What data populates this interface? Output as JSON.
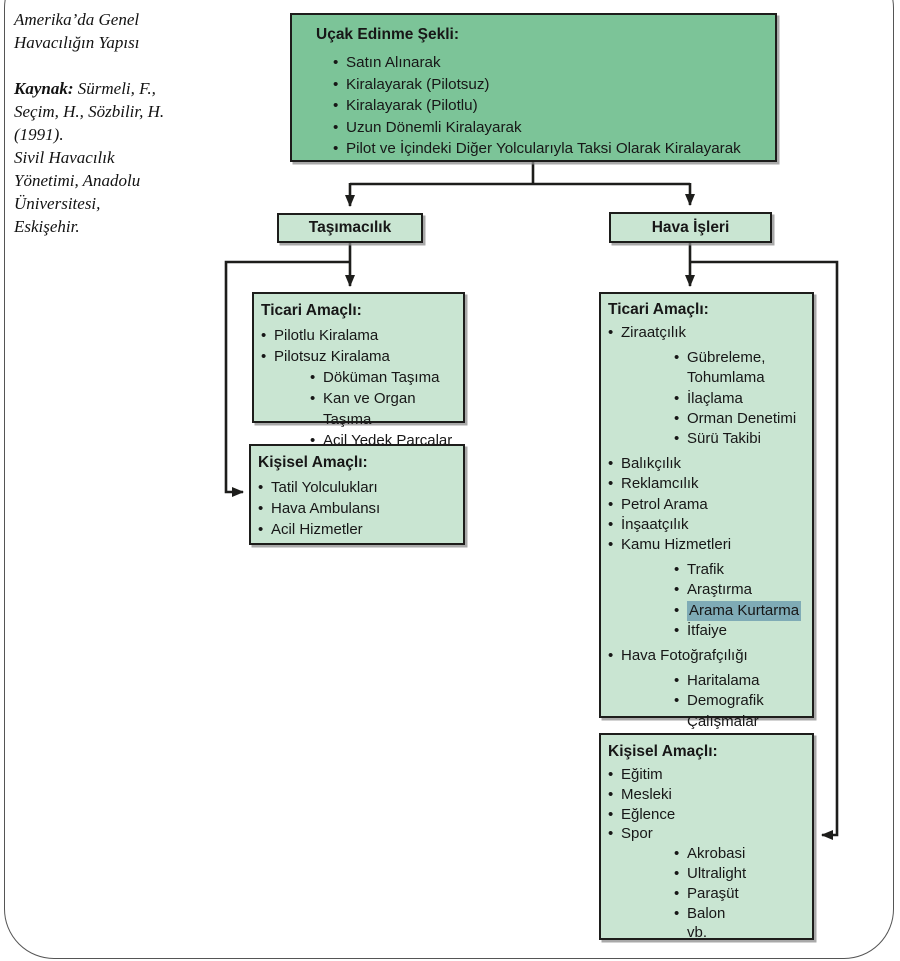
{
  "caption": {
    "title_lines": [
      "Amerika’da Genel",
      "Havacılığın Yapısı"
    ],
    "source_label": "Kaynak:",
    "source_first": "Sürmeli, F.,",
    "source_lines": [
      "Seçim, H., Sözbilir, H.",
      "(1991).",
      "Sivil Havacılık",
      "Yönetimi, Anadolu",
      "Üniversitesi,",
      "Eskişehir."
    ]
  },
  "colors": {
    "root_box_fill": "#7cc498",
    "box_fill": "#c9e5d2",
    "box_border": "#1d1d1b",
    "highlight": "#7fabb6",
    "frame_border": "#555555"
  },
  "root_box": {
    "title": "Uçak Edinme Şekli:",
    "items": [
      {
        "text": "Satın Alınarak",
        "level": 0,
        "bullet": true
      },
      {
        "text": "Kiralayarak (Pilotsuz)",
        "level": 0,
        "bullet": true
      },
      {
        "text": "Kiralayarak (Pilotlu)",
        "level": 0,
        "bullet": true
      },
      {
        "text": "Uzun Dönemli Kiralayarak",
        "level": 0,
        "bullet": true
      },
      {
        "text": "Pilot ve İçindeki Diğer Yolcularıyla Taksi Olarak Kiralayarak",
        "level": 0,
        "bullet": true
      }
    ]
  },
  "branch_left": {
    "label": "Taşımacılık"
  },
  "branch_right": {
    "label": "Hava İşleri"
  },
  "left_commercial": {
    "title": "Ticari Amaçlı:",
    "items": [
      {
        "text": "Pilotlu Kiralama",
        "level": 0,
        "bullet": true
      },
      {
        "text": "Pilotsuz Kiralama",
        "level": 0,
        "bullet": true
      },
      {
        "text": "Döküman Taşıma",
        "level": 1,
        "bullet": true
      },
      {
        "text": "Kan ve Organ Taşıma",
        "level": 1,
        "bullet": true
      },
      {
        "text": "Acil Yedek Parçalar",
        "level": 1,
        "bullet": true
      }
    ]
  },
  "left_personal": {
    "title": "Kişisel Amaçlı:",
    "items": [
      {
        "text": "Tatil Yolculukları",
        "level": 0,
        "bullet": true
      },
      {
        "text": "Hava Ambulansı",
        "level": 0,
        "bullet": true
      },
      {
        "text": "Acil Hizmetler",
        "level": 0,
        "bullet": true
      }
    ]
  },
  "right_commercial": {
    "title": "Ticari Amaçlı:",
    "items": [
      {
        "text": "Ziraatçılık",
        "level": 0,
        "bullet": true
      },
      {
        "text": "Gübreleme,",
        "level": 1,
        "bullet": true,
        "gap": true
      },
      {
        "text": "Tohumlama",
        "level": 1,
        "bullet": false
      },
      {
        "text": "İlaçlama",
        "level": 1,
        "bullet": true
      },
      {
        "text": "Orman Denetimi",
        "level": 1,
        "bullet": true
      },
      {
        "text": "Sürü Takibi",
        "level": 1,
        "bullet": true
      },
      {
        "text": "Balıkçılık",
        "level": 0,
        "bullet": true,
        "gap": true
      },
      {
        "text": "Reklamcılık",
        "level": 0,
        "bullet": true
      },
      {
        "text": "Petrol Arama",
        "level": 0,
        "bullet": true
      },
      {
        "text": "İnşaatçılık",
        "level": 0,
        "bullet": true
      },
      {
        "text": "Kamu Hizmetleri",
        "level": 0,
        "bullet": true
      },
      {
        "text": "Trafik",
        "level": 1,
        "bullet": true,
        "gap": true
      },
      {
        "text": "Araştırma",
        "level": 1,
        "bullet": true
      },
      {
        "text": "Arama Kurtarma",
        "level": 1,
        "bullet": true,
        "highlight": true
      },
      {
        "text": "İtfaiye",
        "level": 1,
        "bullet": true
      },
      {
        "text": "Hava Fotoğrafçılığı",
        "level": 0,
        "bullet": true,
        "gap": true
      },
      {
        "text": "Haritalama",
        "level": 1,
        "bullet": true,
        "gap": true
      },
      {
        "text": "Demografik",
        "level": 1,
        "bullet": true
      },
      {
        "text": "Çalışmalar",
        "level": 1,
        "bullet": false
      }
    ]
  },
  "right_personal": {
    "title": "Kişisel Amaçlı:",
    "items": [
      {
        "text": "Eğitim",
        "level": 0,
        "bullet": true
      },
      {
        "text": "Mesleki",
        "level": 0,
        "bullet": true
      },
      {
        "text": "Eğlence",
        "level": 0,
        "bullet": true
      },
      {
        "text": "Spor",
        "level": 0,
        "bullet": true
      },
      {
        "text": "Akrobasi",
        "level": 1,
        "bullet": true
      },
      {
        "text": "Ultralight",
        "level": 1,
        "bullet": true
      },
      {
        "text": "Paraşüt",
        "level": 1,
        "bullet": true
      },
      {
        "text": "Balon",
        "level": 1,
        "bullet": true
      },
      {
        "text": "vb.",
        "level": 1,
        "bullet": false
      }
    ]
  }
}
